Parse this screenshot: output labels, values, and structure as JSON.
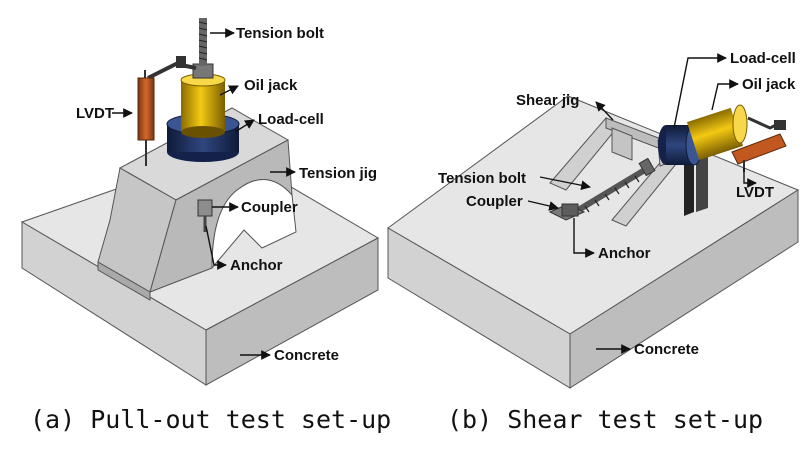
{
  "panel_a": {
    "labels": {
      "tension_bolt": "Tension bolt",
      "oil_jack": "Oil jack",
      "load_cell": "Load-cell",
      "lvdt": "LVDT",
      "tension_jig": "Tension jig",
      "coupler": "Coupler",
      "anchor": "Anchor",
      "concrete": "Concrete"
    },
    "caption": "(a) Pull-out test set-up"
  },
  "panel_b": {
    "labels": {
      "load_cell": "Load-cell",
      "oil_jack": "Oil jack",
      "shear_jig": "Shear jig",
      "lvdt": "LVDT",
      "tension_bolt": "Tension bolt",
      "coupler": "Coupler",
      "anchor": "Anchor",
      "concrete": "Concrete"
    },
    "caption": "(b) Shear test set-up"
  },
  "colors": {
    "concrete_top": "#e6e6e6",
    "concrete_front": "#d2d2d2",
    "concrete_side": "#bdbdbd",
    "jig": "#c8c8c8",
    "oil_jack": "#e0b400",
    "load_cell": "#1f2f5c",
    "lvdt": "#c0581f"
  }
}
